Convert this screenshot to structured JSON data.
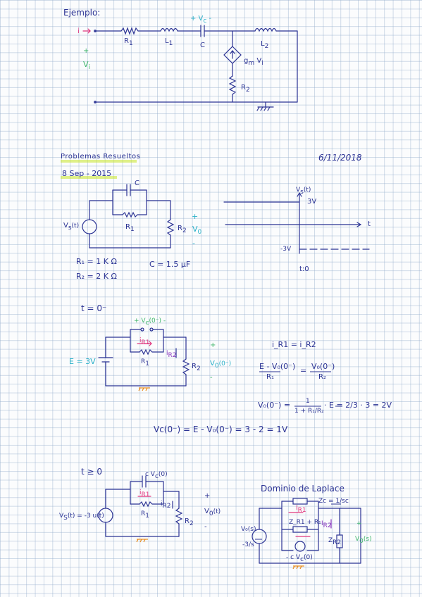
{
  "example": {
    "title": "Ejemplo:",
    "i": "i",
    "plus": "+",
    "vi": "V",
    "vi_sub": "i",
    "r1": "R",
    "r1_sub": "1",
    "l1": "L",
    "l1_sub": "1",
    "cap": "C",
    "vc": "+ V",
    "vc_sub": "c",
    "vc_minus": "-",
    "l2": "L",
    "l2_sub": "2",
    "source": "g",
    "source_sub": "m",
    "source_var": "V",
    "source_var_sub": "i",
    "r2": "R",
    "r2_sub": "2"
  },
  "problems": {
    "heading": "Problemas Resueltos",
    "date": "6/11/2018",
    "subdate": "8 Sep - 2015"
  },
  "circuit1": {
    "cap": "C",
    "r1": "R",
    "r1_sub": "1",
    "r2": "R",
    "r2_sub": "2",
    "source": "V",
    "source_sub": "s",
    "source_arg": "(t)",
    "plus": "+",
    "vo": "V",
    "vo_sub": "0",
    "minus": "-",
    "r1_val": "R₁ = 1 K Ω",
    "r2_val": "R₂ = 2 K Ω",
    "c_val": "C = 1.5 μF"
  },
  "graph": {
    "ylabel": "V",
    "ylabel_sub": "s",
    "ylabel_arg": "(t)",
    "high": "3V",
    "low": "-3V",
    "xlabel": "t",
    "t0": "t:0"
  },
  "section_t0minus": {
    "title": "t = 0⁻",
    "source": "E = 3V",
    "cap_label": "+ V",
    "cap_label_sub": "c",
    "cap_label_arg": "(0⁻) -",
    "ir1": "i",
    "ir1_sub": "R1",
    "r1": "R",
    "r1_sub": "1",
    "ir2": "i",
    "ir2_sub": "R2",
    "r2": "R",
    "r2_sub": "2",
    "vo": "V",
    "vo_sub": "0",
    "vo_arg": "(0⁻)",
    "plus": "+",
    "minus": "-"
  },
  "equations": {
    "eq1": "i_R1 = i_R2",
    "eq2_lhs": "E - V₀(0⁻)",
    "eq2_lhs_den": "R₁",
    "eq2_eq": "=",
    "eq2_rhs": "V₀(0⁻)",
    "eq2_rhs_den": "R₂",
    "eq3_lhs": "V₀(0⁻) =",
    "eq3_num": "1",
    "eq3_den": "1 + R₁/R₂",
    "eq3_rest": "· E = 2/3 · 3 = 2V",
    "eq4": "Vc(0⁻) = E - V₀(0⁻) = 3 - 2 = 1V"
  },
  "section_t0": {
    "title": "t ≥ 0",
    "source": "V",
    "source_sub": "S",
    "source_arg": "(t) = -3 u(t)",
    "cap_label": "c  V",
    "cap_label_sub": "c",
    "cap_label_arg": "(0)",
    "ir1": "i",
    "ir1_sub": "R1",
    "r1": "R",
    "r1_sub": "1",
    "ir2": "i",
    "ir2_sub": "R2",
    "r2": "R",
    "r2_sub": "2",
    "plus": "+",
    "vo": "V",
    "vo_sub": "0",
    "vo_arg": "(t)",
    "minus": "-"
  },
  "laplace": {
    "title": "Dominio de Laplace",
    "zc": "Zc = 1/sc",
    "source_top": "V₀(s)",
    "source_bot": "-3/s",
    "i1": "I",
    "i1_sub": "R1",
    "r1_label": "Z_R1 + R₁",
    "i2": "I",
    "i2_sub": "R2",
    "r2_label": "Z",
    "r2_label_sub": "R2",
    "cap_source": "- c V",
    "cap_source_sub": "c",
    "cap_source_arg": "(0)",
    "plus": "+",
    "vo": "V",
    "vo_sub": "0",
    "vo_arg": "(s)"
  },
  "colors": {
    "ink": "#2b3394",
    "green": "#3fb56b",
    "cyan": "#2ab0c8",
    "pink": "#e0367e",
    "orange": "#e88a1a",
    "purple": "#8a3bbf",
    "grid": "#96afcd"
  }
}
